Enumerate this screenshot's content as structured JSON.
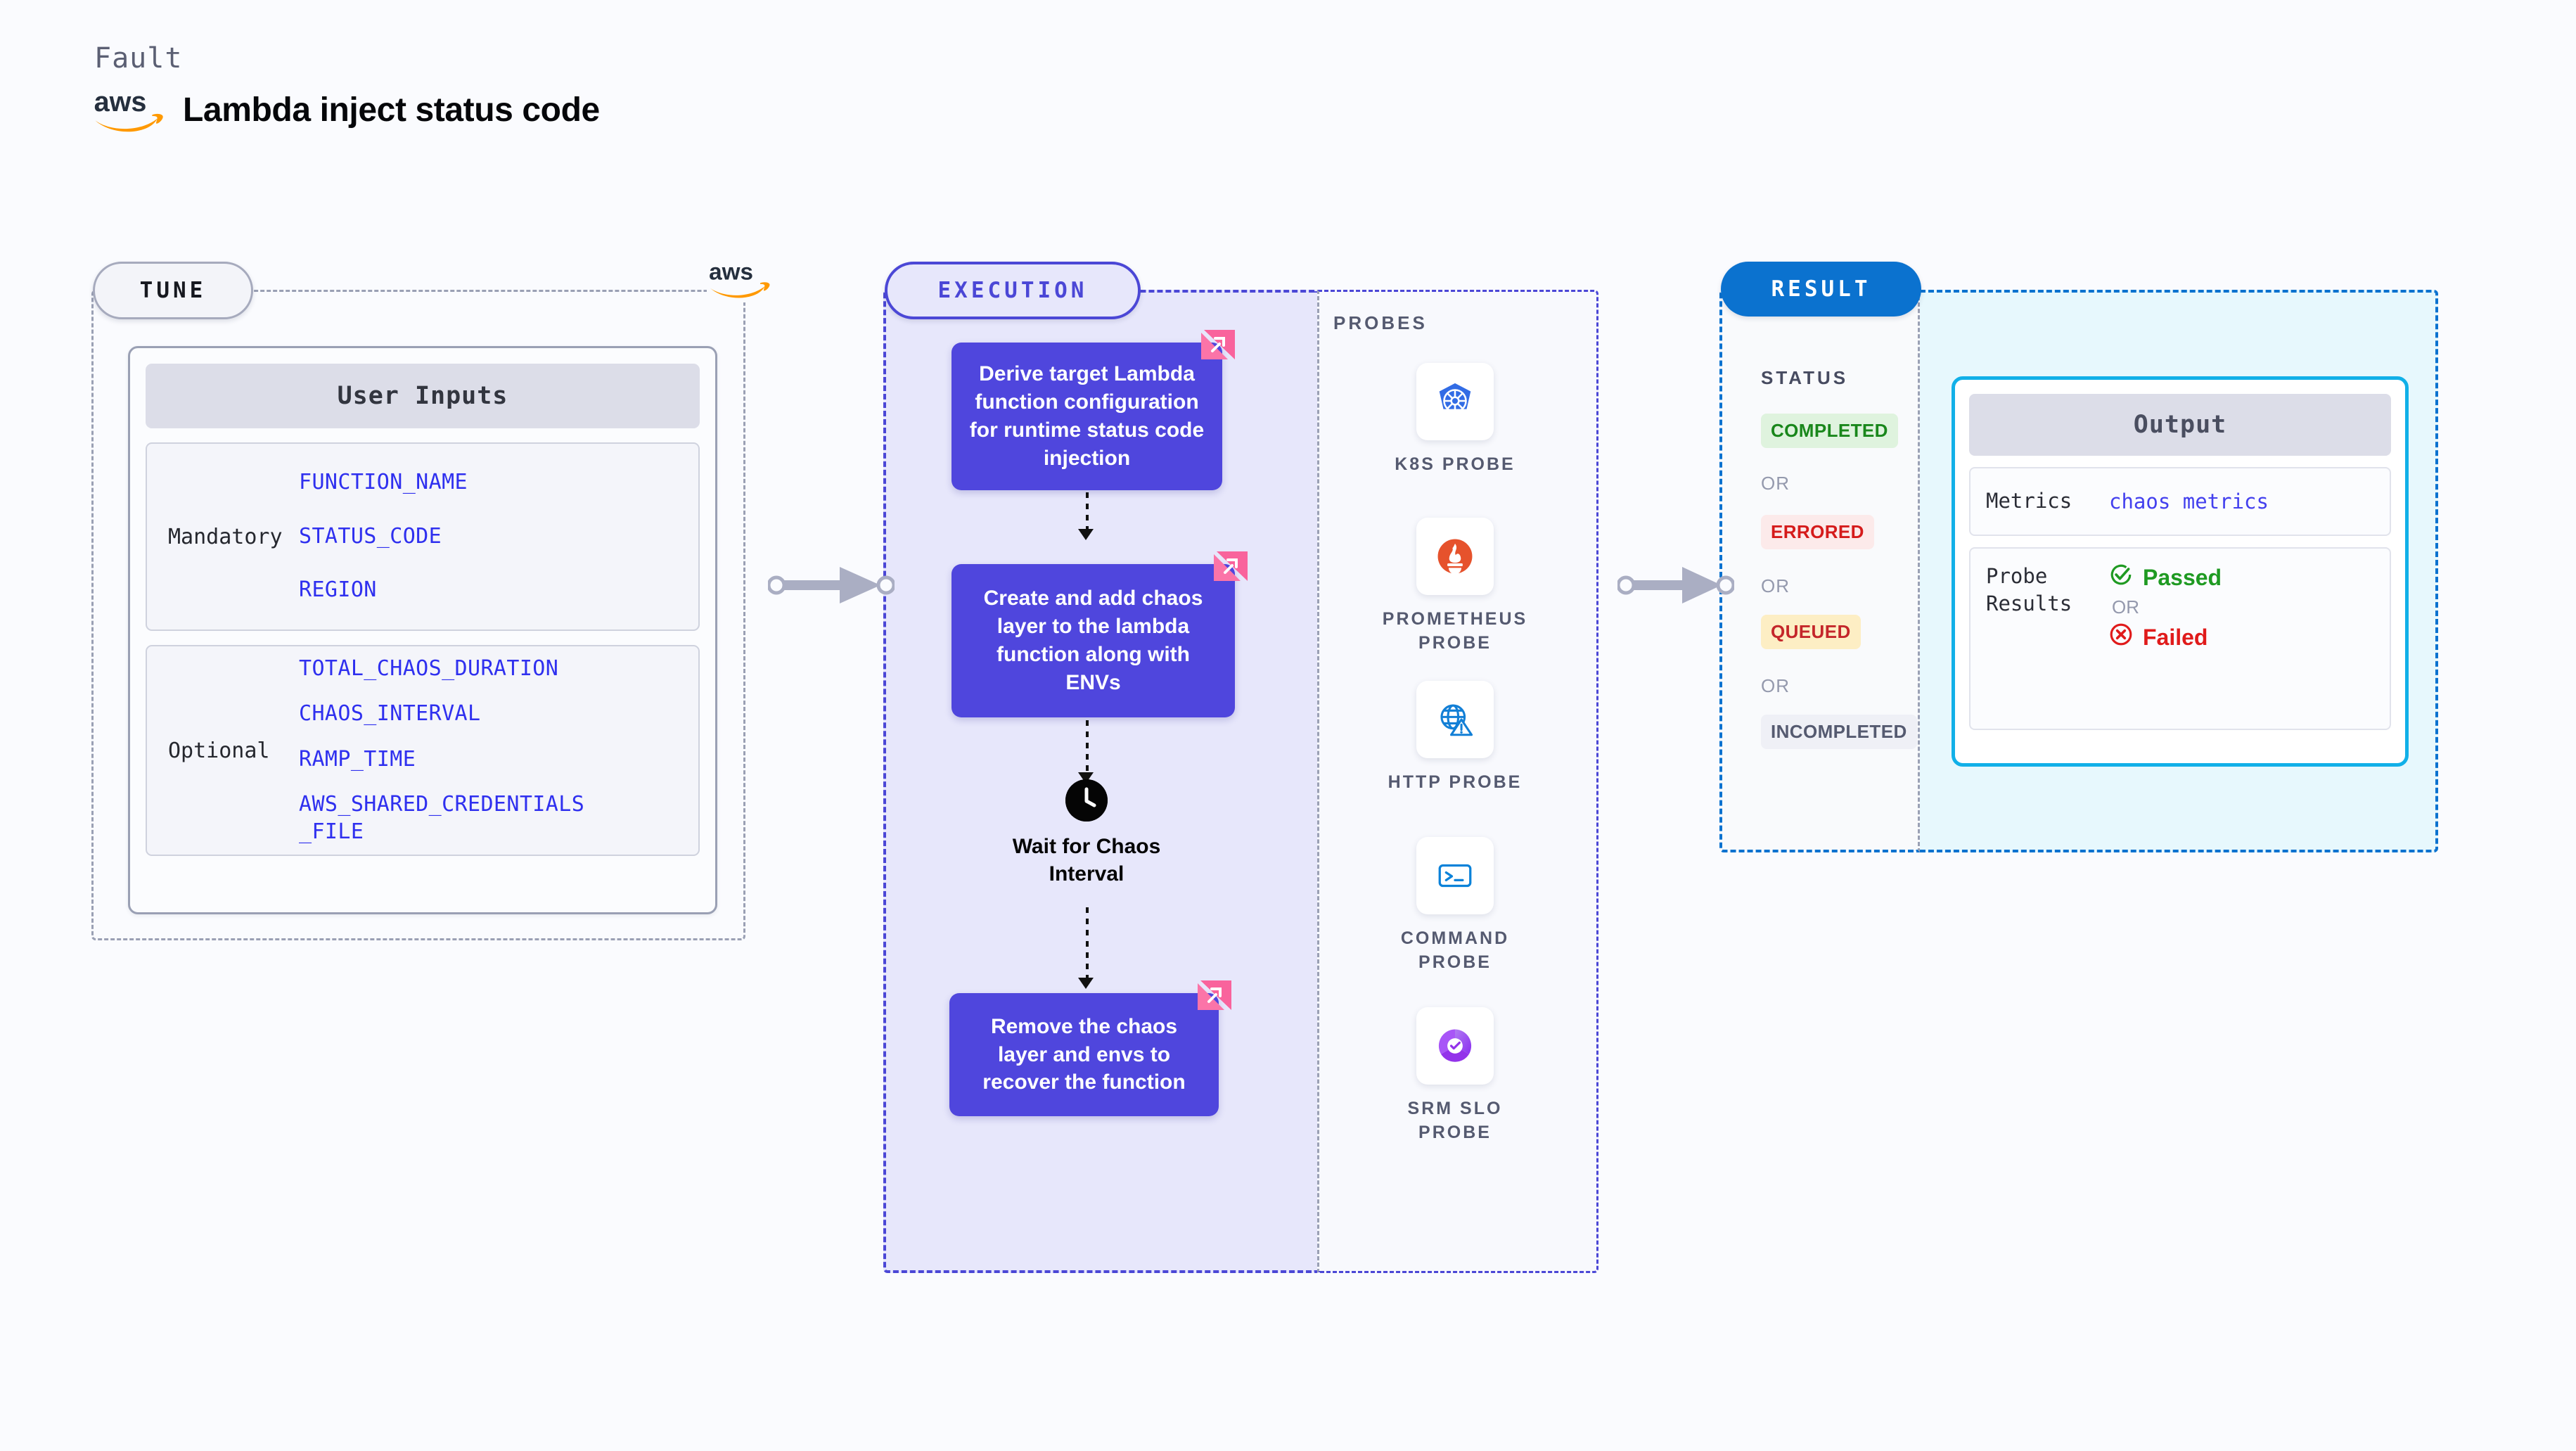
{
  "header": {
    "kicker": "Fault",
    "logo_icon": "aws-logo-icon",
    "title": "Lambda inject status code"
  },
  "tune": {
    "pill_label": "TUNE",
    "aws_badge_icon": "aws-logo-icon",
    "card_title": "User Inputs",
    "groups": [
      {
        "label": "Mandatory",
        "vars": [
          "FUNCTION_NAME",
          "STATUS_CODE",
          "REGION"
        ]
      },
      {
        "label": "Optional",
        "vars": [
          "TOTAL_CHAOS_DURATION",
          "CHAOS_INTERVAL",
          "RAMP_TIME",
          "AWS_SHARED_CREDENTIALS_FILE"
        ]
      }
    ]
  },
  "execution": {
    "pill_label": "EXECUTION",
    "steps": [
      {
        "text": "Derive target Lambda function configuration for runtime status code injection",
        "flag_icon": "chaos-flag-icon"
      },
      {
        "text": "Create and add chaos layer to the lambda function along with ENVs",
        "flag_icon": "chaos-flag-icon"
      },
      {
        "text": "Remove the chaos layer and envs to recover the function",
        "flag_icon": "chaos-flag-icon"
      }
    ],
    "wait_node": {
      "icon": "clock-icon",
      "label": "Wait for Chaos Interval"
    }
  },
  "probes": {
    "section_label": "PROBES",
    "items": [
      {
        "name": "K8S PROBE",
        "icon": "kubernetes-icon"
      },
      {
        "name": "PROMETHEUS PROBE",
        "icon": "prometheus-icon"
      },
      {
        "name": "HTTP PROBE",
        "icon": "globe-warning-icon"
      },
      {
        "name": "COMMAND PROBE",
        "icon": "terminal-icon"
      },
      {
        "name": "SRM SLO PROBE",
        "icon": "srm-slo-donut-icon"
      }
    ]
  },
  "result": {
    "pill_label": "RESULT",
    "status_label": "STATUS",
    "or_label": "OR",
    "statuses": [
      {
        "label": "COMPLETED",
        "bg": "#dff3de",
        "fg": "#19871b"
      },
      {
        "label": "ERRORED",
        "bg": "#fceaea",
        "fg": "#d51b1b"
      },
      {
        "label": "QUEUED",
        "bg": "#fdeec4",
        "fg": "#c4262a"
      },
      {
        "label": "INCOMPLETED",
        "bg": "#eff0f6",
        "fg": "#555a70"
      }
    ],
    "output": {
      "title": "Output",
      "metrics_key": "Metrics",
      "metrics_value": "chaos metrics",
      "probe_key": "Probe Results",
      "passed_label": "Passed",
      "passed_icon": "check-circle-icon",
      "or_label": "OR",
      "failed_label": "Failed",
      "failed_icon": "x-circle-icon"
    }
  },
  "connectors": {
    "arrow_icon": "arrow-right-icon"
  },
  "colors": {
    "page_bg": "#fafbfe",
    "execution_accent": "#4b47d6",
    "execution_step_bg": "#4f46dd",
    "result_accent": "#0b72cf",
    "output_border": "#11b0e8",
    "var_text": "#2f30ef",
    "flag_pink": "#f9639c"
  }
}
